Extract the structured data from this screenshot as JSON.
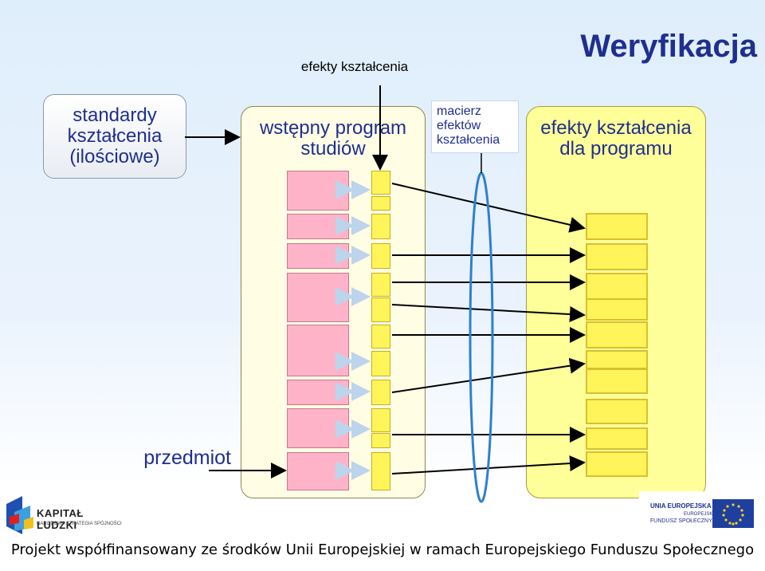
{
  "title": "Weryfikacja",
  "top_label": "efekty kształcenia",
  "standards_box": {
    "line1": "standardy",
    "line2": "kształcenia",
    "line3": "(ilościowe)"
  },
  "program_panel": {
    "line1": "wstępny program",
    "line2": "studiów"
  },
  "matrix_box": {
    "line1": "macierz",
    "line2": "efektów",
    "line3": "kształcenia"
  },
  "outcomes_panel": {
    "line1": "efekty kształcenia",
    "line2": "dla programu"
  },
  "subject_label": "przedmiot",
  "footer": {
    "text": "Projekt współfinansowany ze środków Unii Europejskiej w ramach Europejskiego Funduszu Społecznego",
    "left_logo": {
      "title": "KAPITAŁ LUDZKI",
      "subtitle": "NARODOWA STRATEGIA SPÓJNOŚCI"
    },
    "right_logo": {
      "line1": "UNIA EUROPEJSKA",
      "line2": "EUROPEJSKI",
      "line3": "FUNDUSZ SPOŁECZNY"
    }
  },
  "colors": {
    "accent": "#1f2f8f",
    "pink": "#ffb3c8",
    "yellow": "#fff45a",
    "panel_yellow": "#ffff99"
  }
}
